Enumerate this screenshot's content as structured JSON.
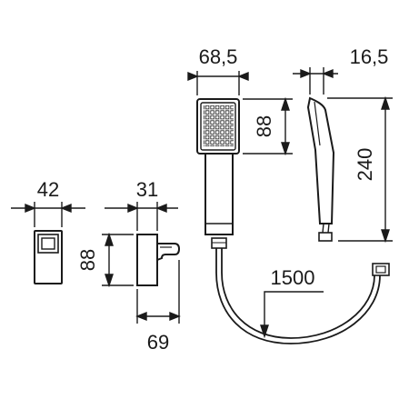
{
  "dimensions": {
    "head_width": "68,5",
    "head_height": "88",
    "head_thickness": "16,5",
    "shower_length": "240",
    "wall_width": "42",
    "holder_width": "31",
    "holder_height": "88",
    "holder_projection": "69",
    "hose_length": "1500"
  },
  "colors": {
    "line": "#1a1a1a",
    "background": "#ffffff"
  }
}
